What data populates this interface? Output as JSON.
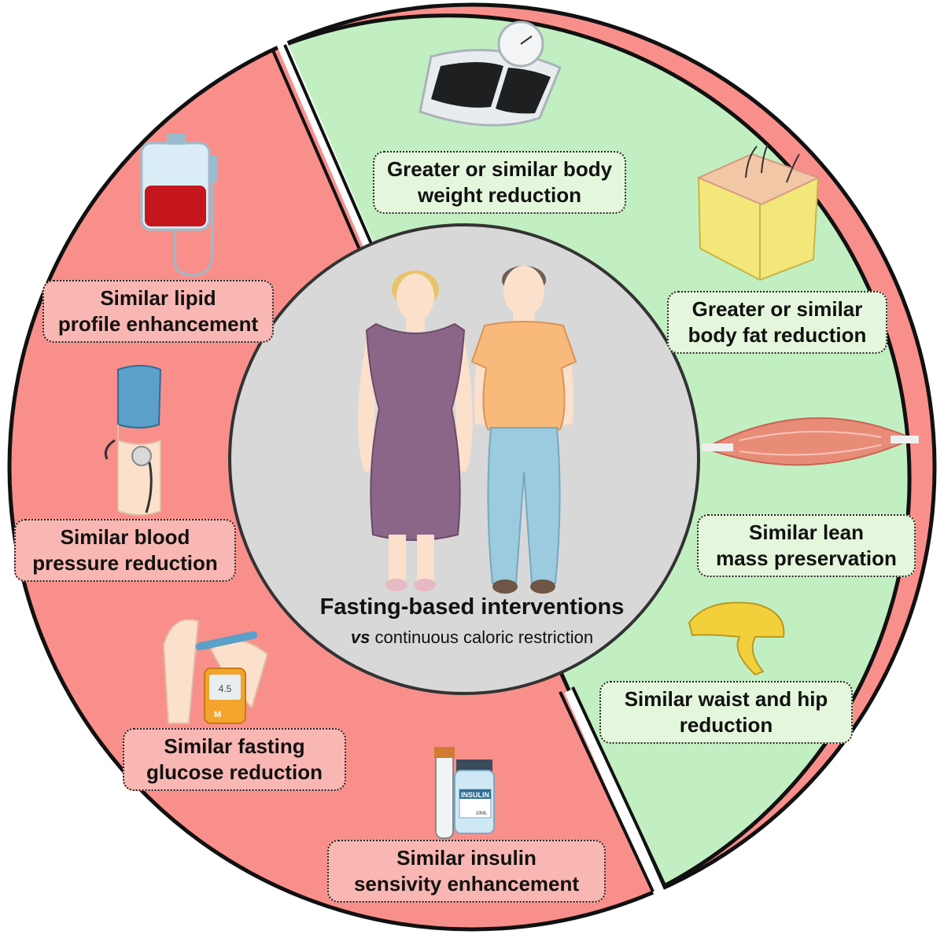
{
  "center": {
    "title": "Fasting-based interventions",
    "subtitle_italic": "vs",
    "subtitle_rest": " continuous caloric restriction"
  },
  "green_outcomes": [
    {
      "line1": "Greater or similar body",
      "line2": "weight reduction",
      "icon": "scale-icon"
    },
    {
      "line1": "Greater or similar",
      "line2": "body fat reduction",
      "icon": "fat-tissue-icon"
    },
    {
      "line1": "Similar lean",
      "line2": "mass preservation",
      "icon": "muscle-icon"
    },
    {
      "line1": "Similar waist and hip",
      "line2": "reduction",
      "icon": "tape-measure-icon"
    }
  ],
  "red_outcomes": [
    {
      "line1": "Similar lipid",
      "line2": "profile enhancement",
      "icon": "blood-bag-icon"
    },
    {
      "line1": "Similar blood",
      "line2": "pressure reduction",
      "icon": "blood-pressure-cuff-icon"
    },
    {
      "line1": "Similar fasting",
      "line2": "glucose reduction",
      "icon": "glucometer-icon"
    },
    {
      "line1": "Similar insulin",
      "line2": "sensivity enhancement",
      "icon": "insulin-vial-icon"
    }
  ],
  "icon_text": {
    "glucometer_reading": "4.5",
    "glucometer_key": "M",
    "vial_label": "INSULIN",
    "vial_volume": "10ML"
  },
  "colors": {
    "green_sector": "#c2efc2",
    "red_sector": "#f98f8b",
    "center_circle": "#d8d8d8",
    "label_green": "#e4f7dc",
    "label_red": "#f9b7b3"
  }
}
